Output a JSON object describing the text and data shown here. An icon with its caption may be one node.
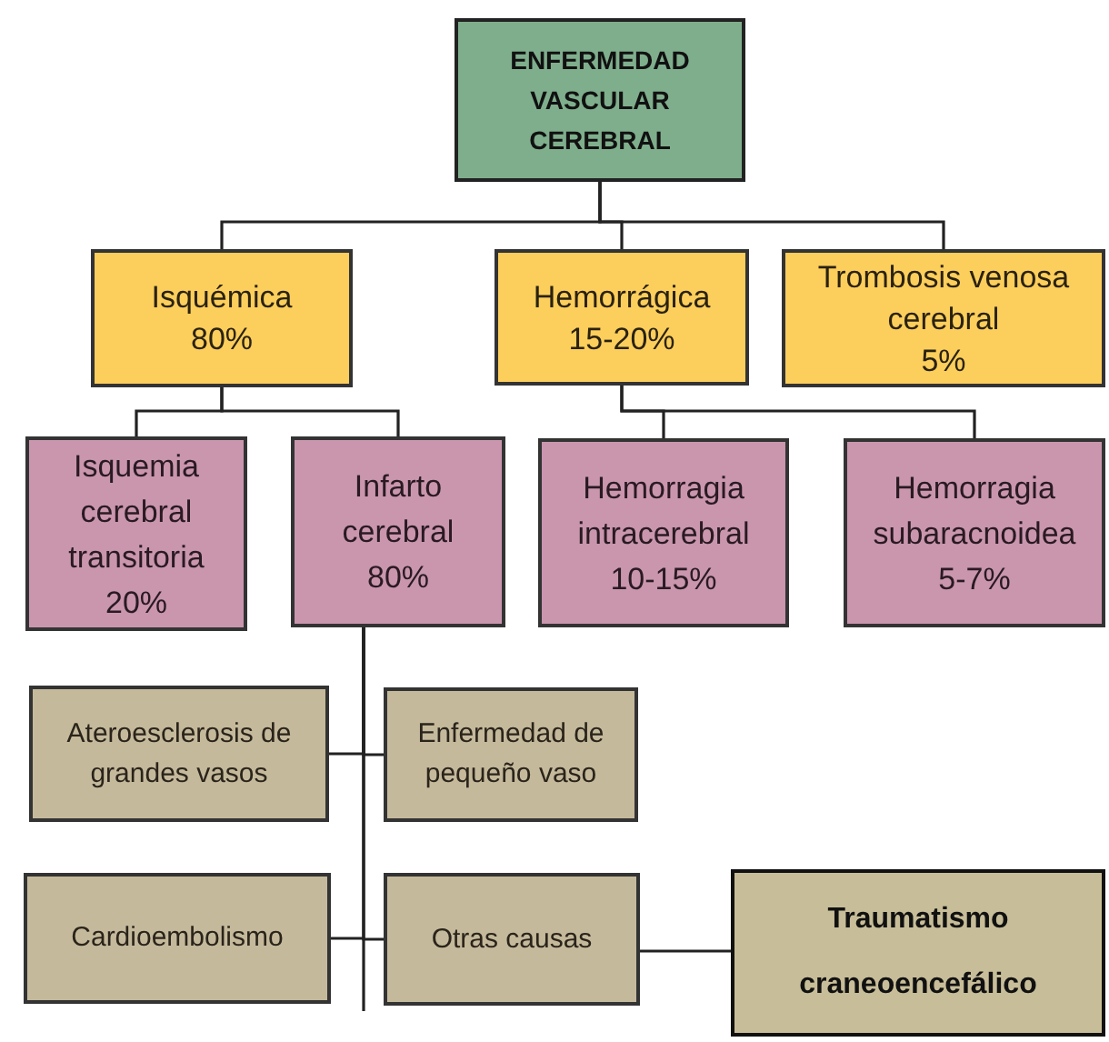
{
  "diagram": {
    "nodes": [
      {
        "text": [
          "ENFERMEDAD VASCULAR CEREBRAL"
        ]
      },
      {
        "text": [
          "Isquémica",
          "80%"
        ]
      },
      {
        "text": [
          "Hemorrágica",
          "15-20%"
        ]
      },
      {
        "text": [
          "Trombosis venosa cerebral",
          "5%"
        ]
      },
      {
        "text": [
          "Isquemia cerebral transitoria",
          "20%"
        ]
      },
      {
        "text": [
          "Infarto cerebral",
          "80%"
        ]
      },
      {
        "text": [
          "Hemorragia intracerebral",
          "10-15%"
        ]
      },
      {
        "text": [
          "Hemorragia subaracnoidea",
          "5-7%"
        ]
      },
      {
        "text": [
          "Ateroesclerosis de grandes vasos"
        ]
      },
      {
        "text": [
          "Enfermedad de pequeño vaso"
        ]
      },
      {
        "text": [
          "Cardioembolismo"
        ]
      },
      {
        "text": [
          "Otras causas"
        ]
      },
      {
        "text": [
          "Traumatismo craneoencefálico"
        ]
      }
    ],
    "edges": [
      {
        "from": 0,
        "to": 1,
        "arrow": "none"
      },
      {
        "from": 0,
        "to": 2,
        "arrow": "none"
      },
      {
        "from": 0,
        "to": 3,
        "arrow": "none"
      },
      {
        "from": 1,
        "to": 4,
        "arrow": "none"
      },
      {
        "from": 1,
        "to": 5,
        "arrow": "none"
      },
      {
        "from": 2,
        "to": 6,
        "arrow": "none"
      },
      {
        "from": 2,
        "to": 7,
        "arrow": "none"
      },
      {
        "from": 5,
        "to": 8,
        "arrow": "none"
      },
      {
        "from": 5,
        "to": 9,
        "arrow": "none"
      },
      {
        "from": 5,
        "to": 10,
        "arrow": "none"
      },
      {
        "from": 5,
        "to": 11,
        "arrow": "none"
      },
      {
        "from": 11,
        "to": 12,
        "arrow": "none"
      }
    ]
  }
}
